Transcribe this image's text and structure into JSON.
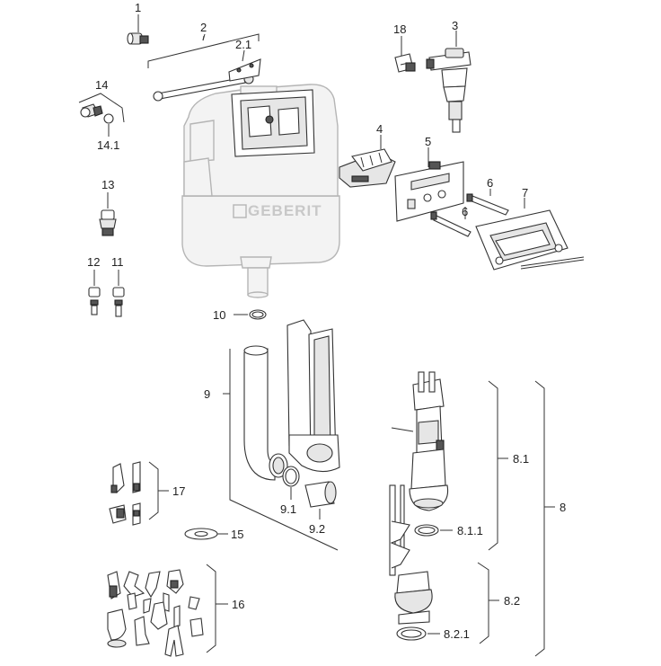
{
  "brand_text": "GEBERIT",
  "callouts": [
    {
      "id": "c-1",
      "text": "1"
    },
    {
      "id": "c-2",
      "text": "2"
    },
    {
      "id": "c-2-1",
      "text": "2.1"
    },
    {
      "id": "c-18",
      "text": "18"
    },
    {
      "id": "c-3",
      "text": "3"
    },
    {
      "id": "c-14",
      "text": "14"
    },
    {
      "id": "c-14-1",
      "text": "14.1"
    },
    {
      "id": "c-4",
      "text": "4"
    },
    {
      "id": "c-5",
      "text": "5"
    },
    {
      "id": "c-6a",
      "text": "6"
    },
    {
      "id": "c-6b",
      "text": "6"
    },
    {
      "id": "c-7",
      "text": "7"
    },
    {
      "id": "c-13",
      "text": "13"
    },
    {
      "id": "c-12",
      "text": "12"
    },
    {
      "id": "c-11",
      "text": "11"
    },
    {
      "id": "c-10",
      "text": "10"
    },
    {
      "id": "c-9",
      "text": "9"
    },
    {
      "id": "c-8-1",
      "text": "8.1"
    },
    {
      "id": "c-8",
      "text": "8"
    },
    {
      "id": "c-17",
      "text": "17"
    },
    {
      "id": "c-9-1",
      "text": "9.1"
    },
    {
      "id": "c-9-2",
      "text": "9.2"
    },
    {
      "id": "c-8-1-1",
      "text": "8.1.1"
    },
    {
      "id": "c-15",
      "text": "15"
    },
    {
      "id": "c-16",
      "text": "16"
    },
    {
      "id": "c-8-2",
      "text": "8.2"
    },
    {
      "id": "c-8-2-1",
      "text": "8.2.1"
    }
  ]
}
